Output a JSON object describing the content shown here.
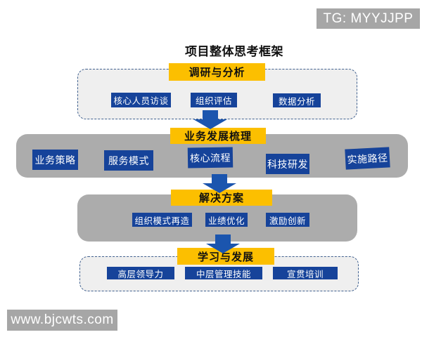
{
  "page": {
    "title": "项目整体思考框架",
    "tg_badge": "TG: MYYJJPP",
    "watermark": "www.bjcwts.com"
  },
  "colors": {
    "header_yellow": "#fcbf00",
    "box_blue": "#16439a",
    "arrow_blue": "#1b55ae",
    "container_solid_gray": "#acacac",
    "container_light_gray": "#efefef",
    "dashed_border_blue": "#41618f",
    "badge_gray": "#a6a6a6"
  },
  "sections": [
    {
      "header": "调研与分析",
      "style": "light-dashed",
      "items": [
        "核心人员访谈",
        "组织评估",
        "数据分析"
      ]
    },
    {
      "header": "业务发展梳理",
      "style": "solid-gray",
      "items": [
        "业务策略",
        "服务模式",
        "核心流程",
        "科技研发",
        "实施路径"
      ]
    },
    {
      "header": "解决方案",
      "style": "solid-gray",
      "items": [
        "组织模式再造",
        "业绩优化",
        "激励创新"
      ]
    },
    {
      "header": "学习与发展",
      "style": "light-dashed",
      "items": [
        "高层领导力",
        "中层管理技能",
        "宣贯培训"
      ]
    }
  ]
}
